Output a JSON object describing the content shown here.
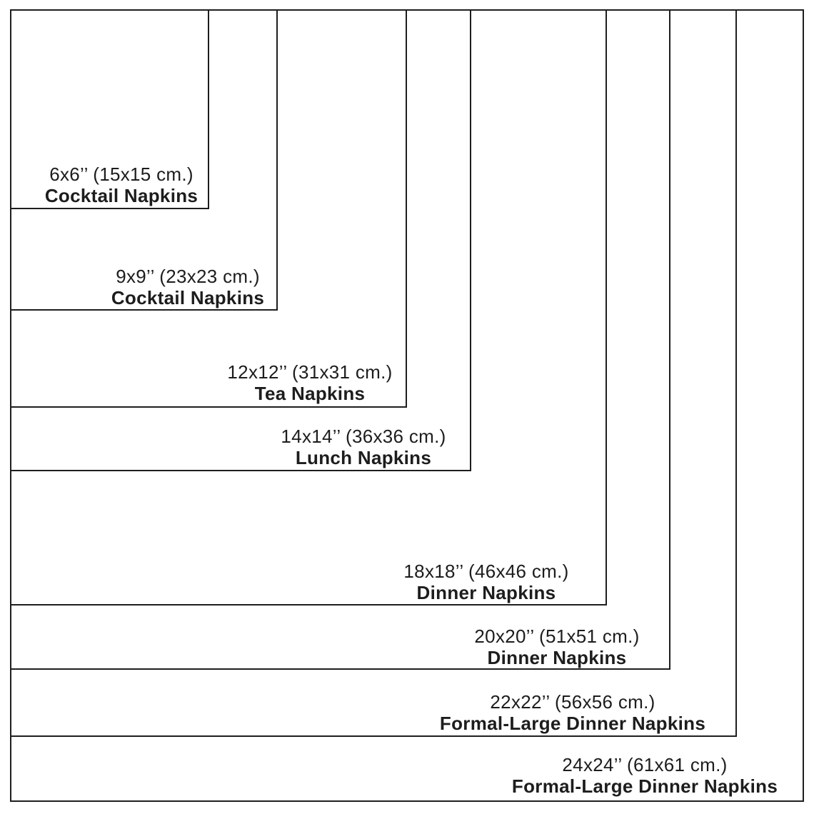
{
  "colors": {
    "line": "#1e1e1e",
    "text": "#1d1d1d",
    "background": "#ffffff"
  },
  "napkins": [
    {
      "size_line": "6x6’’ (15x15 cm.)",
      "name_line": "Cocktail Napkins"
    },
    {
      "size_line": "9x9’’ (23x23 cm.)",
      "name_line": "Cocktail Napkins"
    },
    {
      "size_line": "12x12’’ (31x31 cm.)",
      "name_line": "Tea Napkins"
    },
    {
      "size_line": "14x14’’ (36x36 cm.)",
      "name_line": "Lunch Napkins"
    },
    {
      "size_line": "18x18’’ (46x46 cm.)",
      "name_line": "Dinner Napkins"
    },
    {
      "size_line": "20x20’’ (51x51 cm.)",
      "name_line": "Dinner Napkins"
    },
    {
      "size_line": "22x22’’ (56x56 cm.)",
      "name_line": "Formal-Large Dinner Napkins"
    },
    {
      "size_line": "24x24’’ (61x61 cm.)",
      "name_line": "Formal-Large Dinner Napkins"
    }
  ]
}
